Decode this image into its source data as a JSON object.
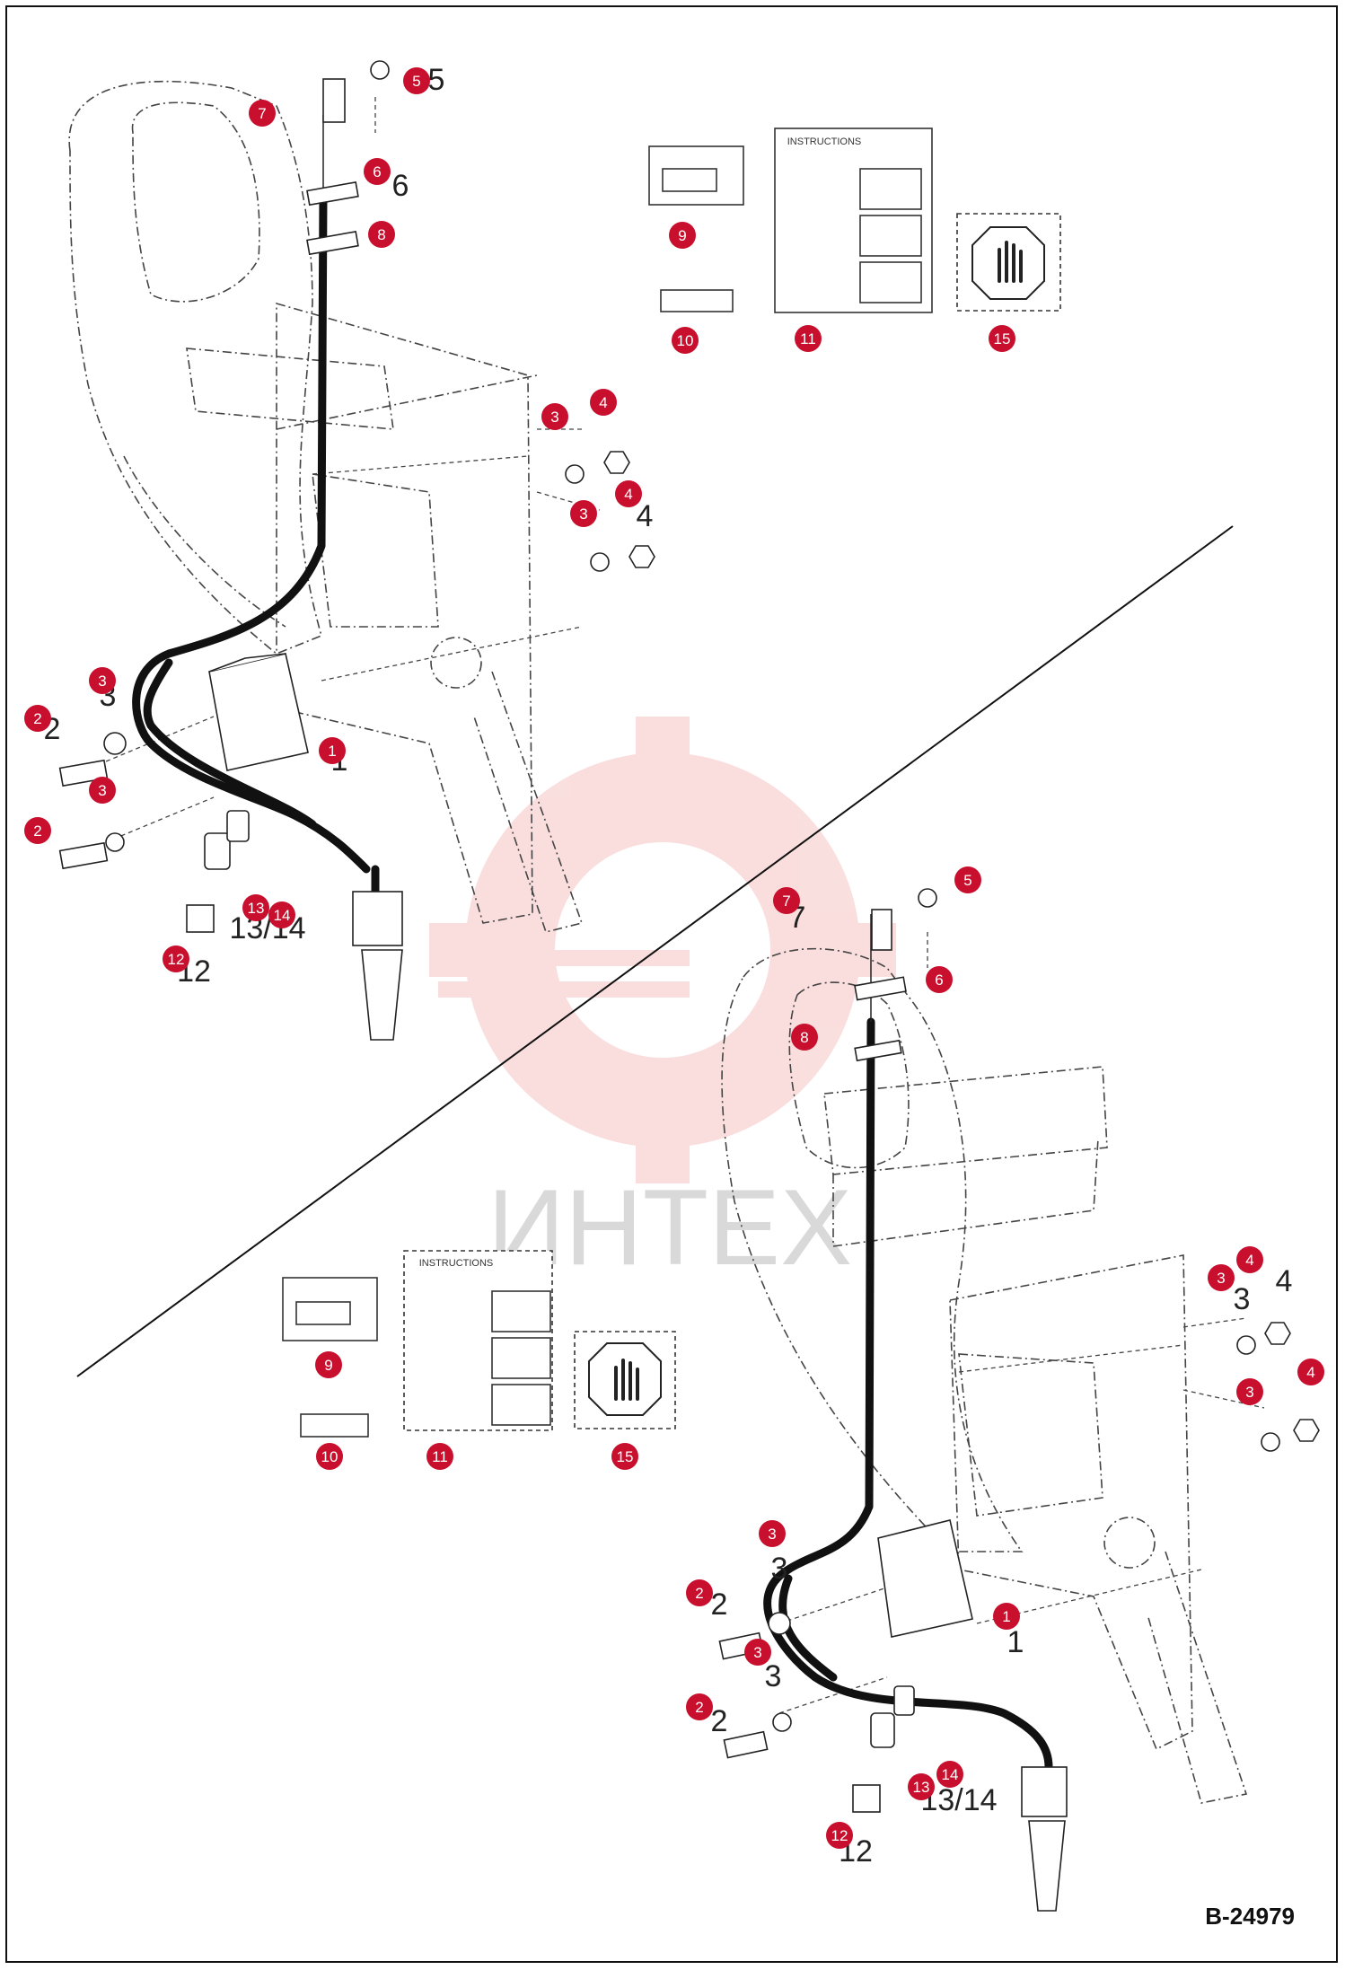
{
  "drawing_code": "B-24979",
  "watermark_text": "ИНТЕХ",
  "colors": {
    "callout": "#c8102e",
    "watermark": "#f4b8b8",
    "line": "#222222"
  },
  "callouts": [
    {
      "id": "c1",
      "n": "1"
    },
    {
      "id": "c2",
      "n": "2"
    },
    {
      "id": "c3",
      "n": "3"
    },
    {
      "id": "c4",
      "n": "4"
    },
    {
      "id": "c5",
      "n": "5"
    },
    {
      "id": "c6",
      "n": "6"
    },
    {
      "id": "c7",
      "n": "7"
    },
    {
      "id": "c8",
      "n": "8"
    },
    {
      "id": "c9",
      "n": "9"
    },
    {
      "id": "c10",
      "n": "10"
    },
    {
      "id": "c11",
      "n": "11"
    },
    {
      "id": "c12",
      "n": "12"
    },
    {
      "id": "c13",
      "n": "13"
    },
    {
      "id": "c14",
      "n": "14"
    },
    {
      "id": "c15",
      "n": "15"
    }
  ],
  "part_labels": [
    "1",
    "2",
    "3",
    "4",
    "5",
    "6",
    "7",
    "8",
    "9",
    "10",
    "11",
    "12",
    "13/14",
    "15"
  ],
  "decal_texts": {
    "instructions": "INSTRUCTIONS"
  }
}
